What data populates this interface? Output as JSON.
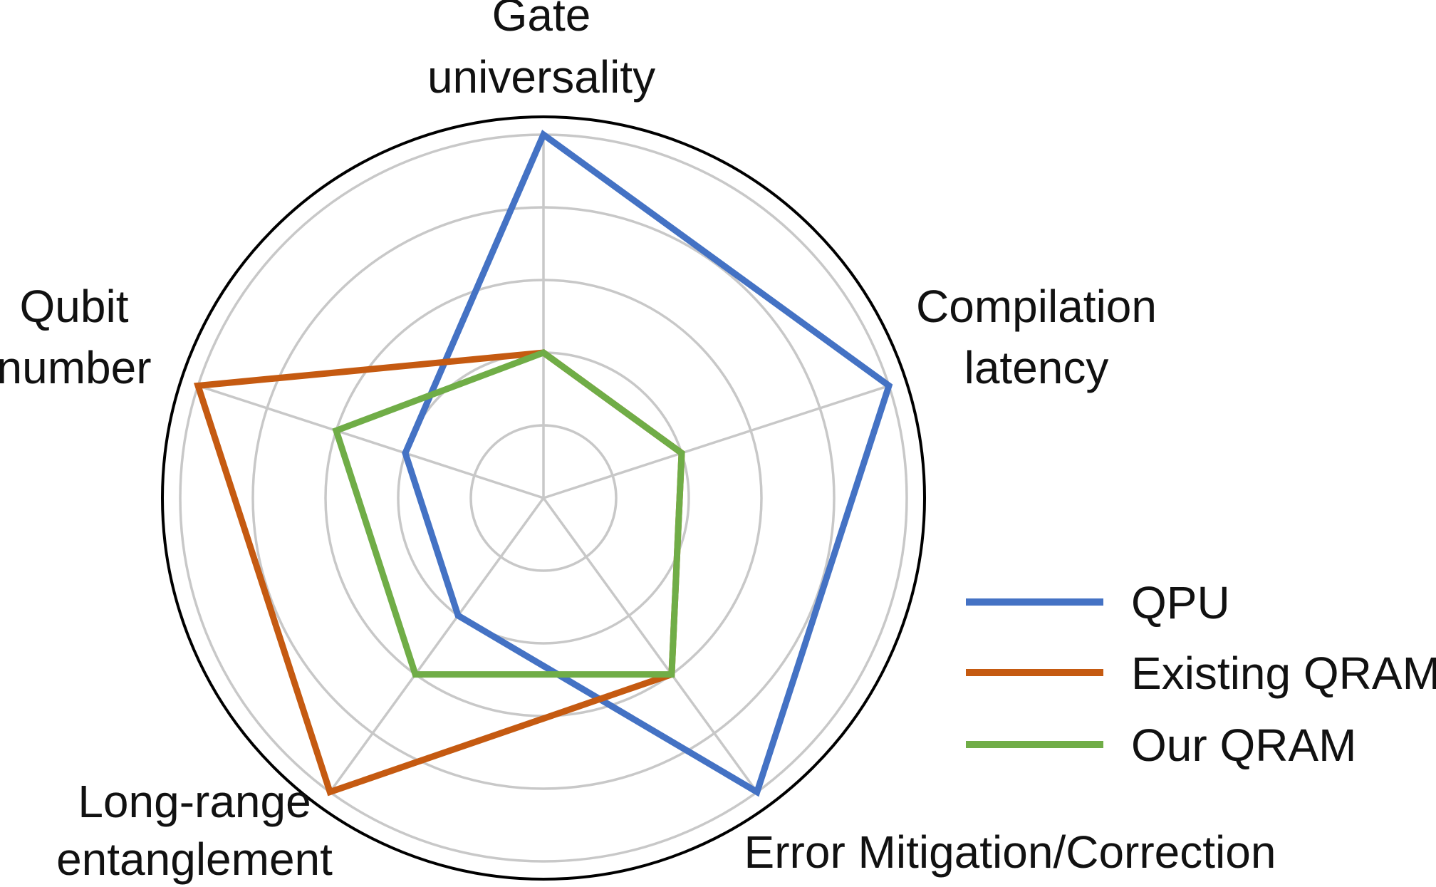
{
  "chart_data": {
    "type": "radar",
    "categories": [
      [
        "Gate",
        "universality"
      ],
      [
        "Compilation",
        "latency"
      ],
      [
        "Error Mitigation/Correction"
      ],
      [
        "Long-range",
        "entanglement"
      ],
      [
        "Qubit",
        "number"
      ]
    ],
    "rmax": 5,
    "rings": [
      1,
      2,
      3,
      4,
      5
    ],
    "grid": true,
    "legend_position": "right",
    "series": [
      {
        "name": "QPU",
        "color": "#4472C4",
        "values": [
          5,
          5,
          5,
          2,
          2
        ]
      },
      {
        "name": "Existing QRAM",
        "color": "#C55A11",
        "values": [
          2,
          2,
          3,
          5,
          5
        ]
      },
      {
        "name": "Our QRAM",
        "color": "#70AD47",
        "values": [
          2,
          2,
          3,
          3,
          3
        ]
      }
    ]
  }
}
